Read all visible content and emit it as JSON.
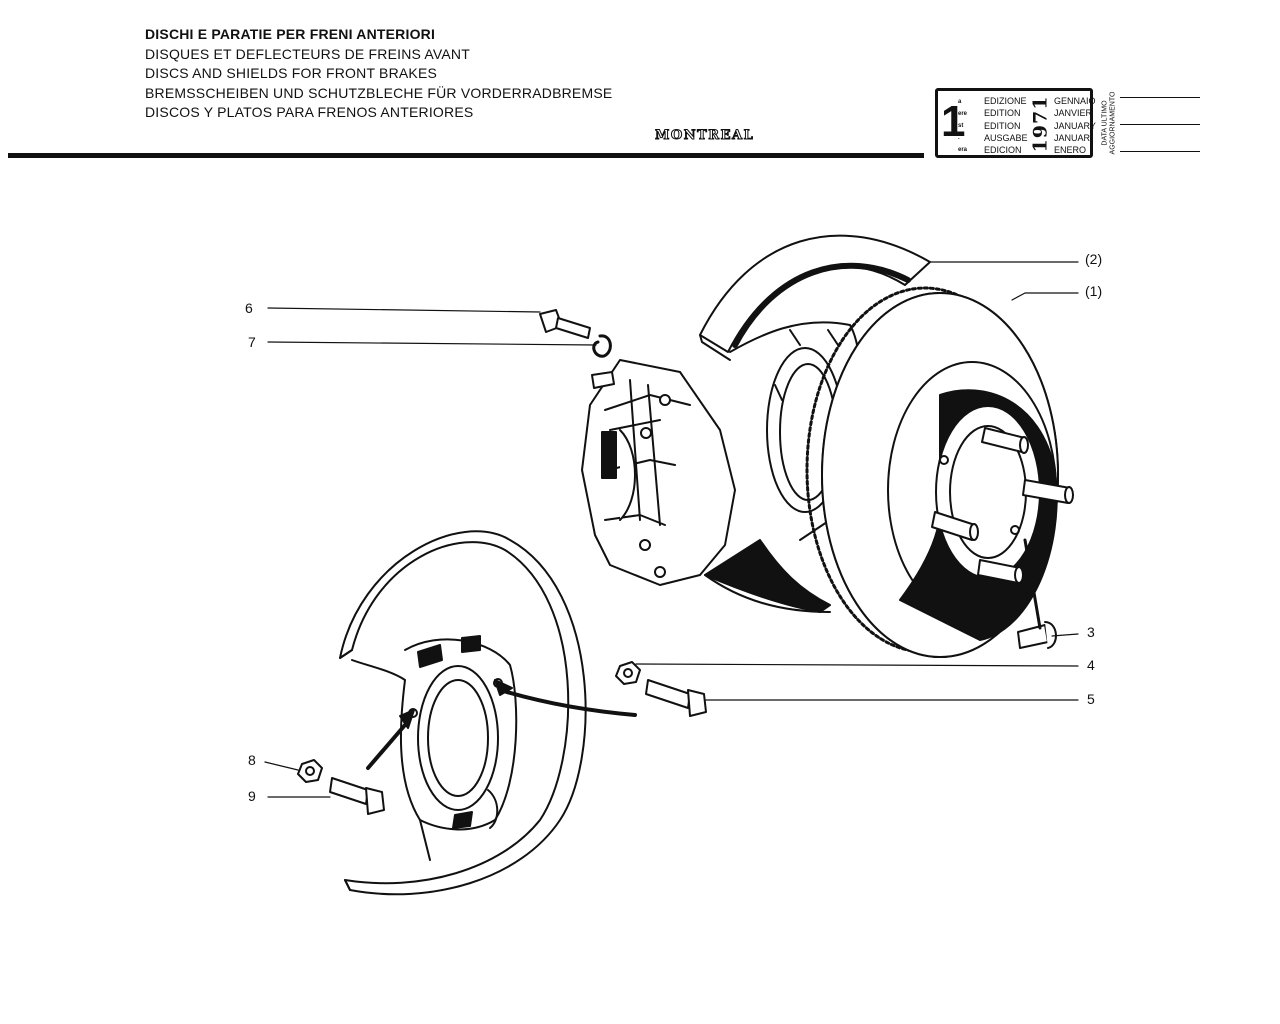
{
  "header": {
    "titles": [
      "DISCHI E PARATIE PER FRENI ANTERIORI",
      "DISQUES ET DEFLECTEURS DE FREINS AVANT",
      "DISCS AND SHIELDS FOR FRONT BRAKES",
      "BREMSSCHEIBEN UND SCHUTZBLECHE FÜR VORDERRADBREMSE",
      "DISCOS Y PLATOS PARA FRENOS ANTERIORES"
    ],
    "model": "MONTREAL"
  },
  "edition_box": {
    "number": "1",
    "suffixes": [
      "a",
      "ere",
      "st",
      ".",
      "era"
    ],
    "labels": [
      "EDIZIONE",
      "EDITION",
      "EDITION",
      "AUSGABE",
      "EDICION"
    ],
    "year": "1971",
    "months": [
      "GENNAIO",
      "JANVIER",
      "JANUARY",
      "JANUAR",
      "ENERO"
    ]
  },
  "update_label": [
    "DATA ULTIMO",
    "AGGIORNAMENTO"
  ],
  "callouts": {
    "c1": "(1)",
    "c2": "(2)",
    "c3": "3",
    "c4": "4",
    "c5": "5",
    "c6": "6",
    "c7": "7",
    "c8": "8",
    "c9": "9"
  }
}
